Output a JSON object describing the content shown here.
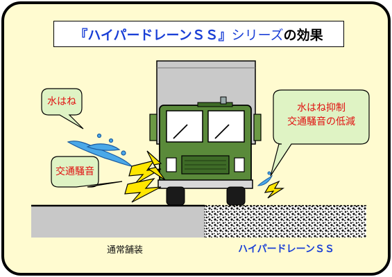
{
  "title": {
    "part1": "『ハイパードレーンＳＳ』",
    "part2": "シリーズ",
    "part3": "の効果"
  },
  "callouts": {
    "splash": "水はね",
    "noise": "交通騒音",
    "effect_line1": "水はね抑制",
    "effect_line2": "交通騒音の低減"
  },
  "ground": {
    "normal_label": "通常舗装",
    "hyper_label": "ハイパードレーンＳＳ"
  },
  "colors": {
    "background": "#fffbd0",
    "bubble_fill": "#dff3c4",
    "callout_text": "#e01010",
    "title_highlight": "#1a3fd6",
    "truck_green": "#5a8a3a",
    "truck_box": "#c9c9c9",
    "splash_blue": "#4aa8e8",
    "lightning_yellow": "#ffe600"
  }
}
